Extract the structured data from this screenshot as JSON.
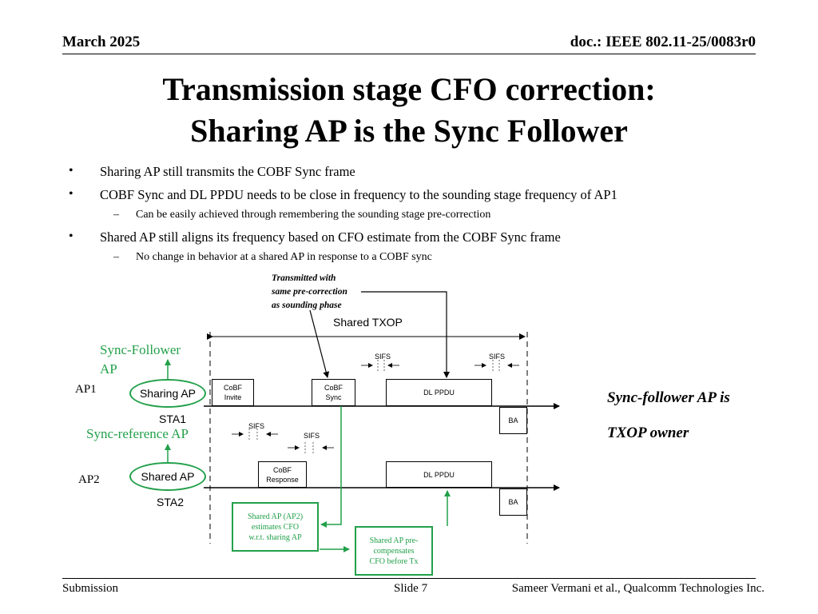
{
  "header": {
    "date": "March 2025",
    "doc": "doc.: IEEE 802.11-25/0083r0"
  },
  "title": {
    "line1": "Transmission stage CFO correction:",
    "line2": "Sharing AP is the Sync Follower"
  },
  "bullets": [
    {
      "level": 1,
      "marker": "•",
      "text": "Sharing AP still transmits the COBF Sync frame"
    },
    {
      "level": 1,
      "marker": "•",
      "text": "COBF Sync and DL PPDU needs to be close in frequency to the sounding stage frequency of AP1"
    },
    {
      "level": 2,
      "marker": "–",
      "text": "Can be easily achieved through remembering the sounding stage pre-correction"
    },
    {
      "level": 1,
      "marker": "•",
      "text": "Shared AP still aligns its frequency based on CFO estimate from the COBF Sync frame"
    },
    {
      "level": 2,
      "marker": "–",
      "text": "No change in behavior at a shared AP in response to a COBF sync"
    }
  ],
  "diagram": {
    "callout": {
      "line1": "Transmitted with",
      "line2": "same pre-correction",
      "line3": "as sounding phase"
    },
    "shared_txop": "Shared TXOP",
    "sync_follower": {
      "line1": "Sync-Follower",
      "line2": "AP"
    },
    "sync_reference": "Sync-reference AP",
    "ap1": "AP1",
    "ap2": "AP2",
    "sta1": "STA1",
    "sta2": "STA2",
    "sharing_ap": "Sharing AP",
    "shared_ap": "Shared AP",
    "sifs": "SIFS",
    "cobf_invite": {
      "line1": "CoBF",
      "line2": "Invite"
    },
    "cobf_sync": {
      "line1": "CoBF",
      "line2": "Sync"
    },
    "cobf_response": {
      "line1": "CoBF",
      "line2": "Response"
    },
    "dl_ppdu": "DL PPDU",
    "ba": "BA",
    "estimate_box": {
      "line1": "Shared AP (AP2)",
      "line2": "estimates CFO",
      "line3": "w.r.t. sharing AP"
    },
    "precomp_box": {
      "line1": "Shared AP pre-",
      "line2": "compensates",
      "line3": "CFO before Tx"
    },
    "note": {
      "line1": "Sync-follower AP is",
      "line2": "TXOP owner"
    },
    "colors": {
      "green": "#22a04a",
      "black": "#000000"
    }
  },
  "footer": {
    "left": "Submission",
    "center": "Slide 7",
    "right": "Sameer Vermani et al., Qualcomm Technologies Inc."
  }
}
